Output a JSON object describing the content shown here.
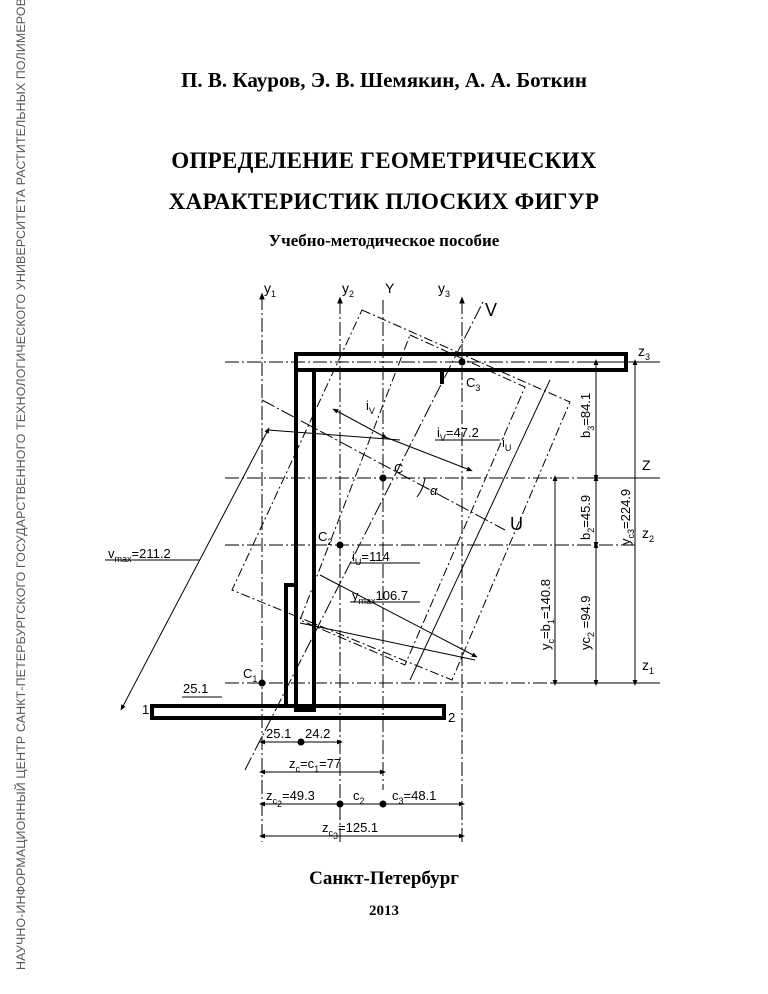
{
  "side_text": "НАУЧНО-ИНФОРМАЦИОННЫЙ ЦЕНТР САНКТ-ПЕТЕРБУРГСКОГО ГОСУДАРСТВЕННОГО ТЕХНОЛОГИЧЕСКОГО УНИВЕРСИТЕТА РАСТИТЕЛЬНЫХ ПОЛИМЕРОВ",
  "authors": "П. В. Кауров, Э. В. Шемякин, А. А. Боткин",
  "title_line1": "ОПРЕДЕЛЕНИЕ ГЕОМЕТРИЧЕСКИХ",
  "title_line2": "ХАРАКТЕРИСТИК ПЛОСКИХ ФИГУР",
  "subtitle": "Учебно-методическое пособие",
  "city": "Санкт-Петербург",
  "year": "2013",
  "diagram": {
    "axes": {
      "y1": "y",
      "y1_sub": "1",
      "y2": "y",
      "y2_sub": "2",
      "Y": "Y",
      "y3": "y",
      "y3_sub": "3",
      "V": "V",
      "U": "U",
      "z3": "z",
      "z3_sub": "3",
      "Z": "Z",
      "z2": "z",
      "z2_sub": "2",
      "z1": "z",
      "z1_sub": "1"
    },
    "points": {
      "C": "C",
      "C1": "C",
      "C1_sub": "1",
      "C2": "C",
      "C2_sub": "2",
      "C3": "C",
      "C3_sub": "3",
      "p1": "1",
      "p2": "2",
      "alpha": "α"
    },
    "labels": {
      "iv": "i",
      "iv_sub": "V",
      "iv_val": "i",
      "iv_val_sub": "V",
      "iv_val_rest": "=47.2",
      "iu": "i",
      "iu_sub": "U",
      "iu_val": "i",
      "iu_val_sub": "U",
      "iu_val_rest": "=114",
      "vmax": "v",
      "vmax_sub": "max",
      "vmax_rest": "=211.2",
      "ymax": "y",
      "ymax_sub": "max",
      "ymax_rest": "106.7",
      "b3": "b",
      "b3_sub": "3",
      "b3_rest": "=84.1",
      "b2": "b",
      "b2_sub": "2",
      "b2_rest": "=45.9",
      "yc3": "y",
      "yc3_sub": "c3",
      "yc3_rest": "=224.9",
      "yc": "y",
      "yc_sub": "c",
      "yc_mid": "=b",
      "yc_mid_sub": "1",
      "yc_rest": "=140.8",
      "yc2": "yc",
      "yc2_sub": "2",
      "yc2_rest": " =94.9",
      "t251_left": "25.1",
      "t251_bottom": "25.1",
      "t242": "24.2",
      "zc": "z",
      "zc_sub": "c",
      "zc_rest": "=c",
      "zc_sub2": "1",
      "zc_rest2": "=77",
      "zc2": "z",
      "zc2_sub": "c",
      "zc2_sub2": "2",
      "zc2_rest": "=49.3",
      "c2": "c",
      "c2_sub": "2",
      "c3": "c",
      "c3_sub": "3",
      "c3_rest": "=48.1",
      "zc3": "z",
      "zc3_sub": "c",
      "zc3_sub2": "3",
      "zc3_rest": "=125.1"
    }
  }
}
